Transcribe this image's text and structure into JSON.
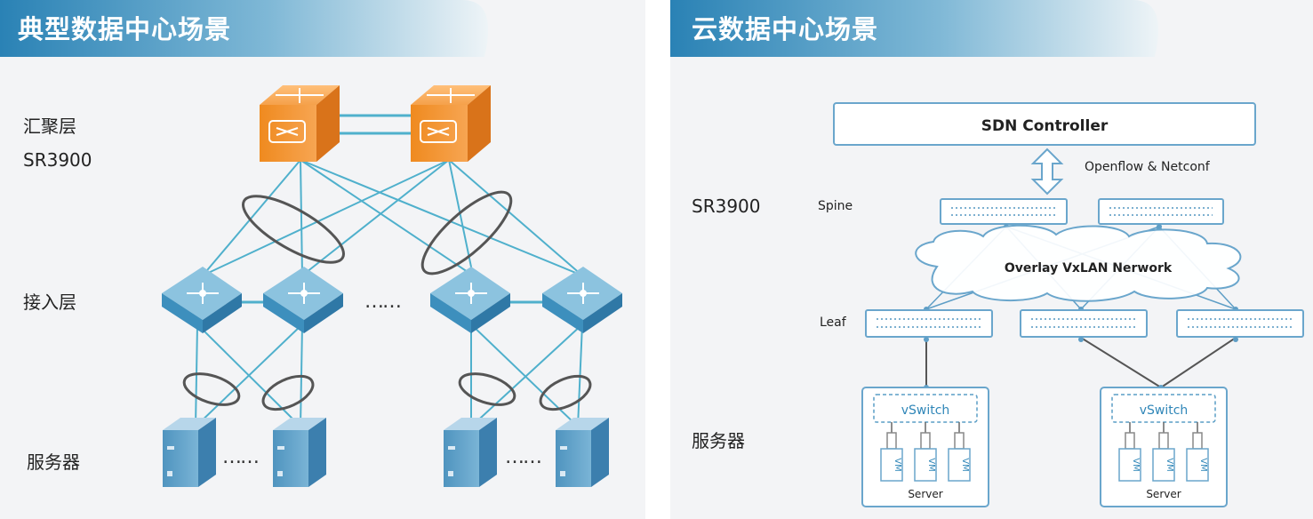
{
  "left": {
    "title": "典型数据中心场景",
    "layer_agg": "汇聚层",
    "device_model": "SR3900",
    "layer_access": "接入层",
    "layer_server": "服务器",
    "access_ellipsis": "……",
    "server_ellipsis": "……"
  },
  "right": {
    "title": "云数据中心场景",
    "device_model": "SR3900",
    "layer_server": "服务器",
    "controller": "SDN Controller",
    "protocol": "Openflow & Netconf",
    "spine": "Spine",
    "leaf": "Leaf",
    "overlay": "Overlay VxLAN Nerwork",
    "vswitch": "vSwitch",
    "vm": "VM",
    "server": "Server"
  },
  "colors": {
    "header_start": "#2e87b8",
    "panel_bg": "#f3f4f6",
    "link": "#4fb0cc",
    "agg_switch": "#f2892a",
    "access_switch": "#3d97c2",
    "server_box": "#5b9cc4",
    "outline": "#5ea0c8"
  },
  "icons": [
    "router-switch-icon",
    "access-switch-icon",
    "server-icon",
    "cloud-icon",
    "double-arrow-icon"
  ]
}
